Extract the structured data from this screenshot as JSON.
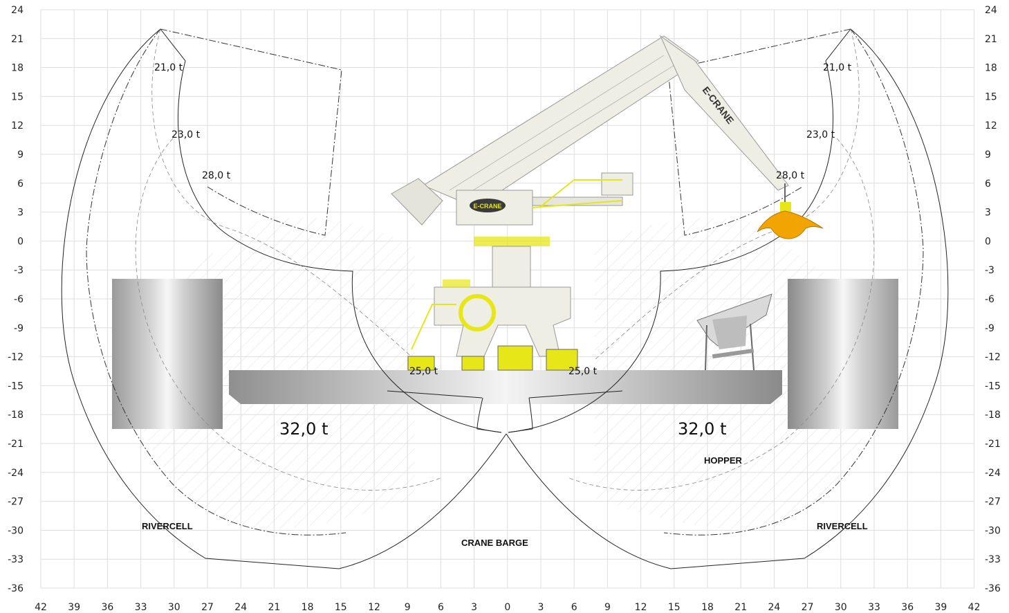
{
  "axes": {
    "x_ticks": [
      "42",
      "39",
      "36",
      "33",
      "30",
      "27",
      "24",
      "21",
      "18",
      "15",
      "12",
      "9",
      "6",
      "3",
      "0",
      "3",
      "6",
      "9",
      "12",
      "15",
      "18",
      "21",
      "24",
      "27",
      "30",
      "33",
      "36",
      "39",
      "42"
    ],
    "y_ticks_left": [
      "24",
      "21",
      "18",
      "15",
      "12",
      "9",
      "6",
      "3",
      "0",
      "-3",
      "-6",
      "-9",
      "-12",
      "-15",
      "-18",
      "-21",
      "-24",
      "-27",
      "-30",
      "-33",
      "-36"
    ],
    "y_ticks_right": [
      "24",
      "21",
      "18",
      "15",
      "12",
      "9",
      "6",
      "3",
      "0",
      "-3",
      "-6",
      "-9",
      "-12",
      "-15",
      "-18",
      "-21",
      "-24",
      "-27",
      "-30",
      "-33",
      "-36"
    ]
  },
  "capacity_labels": {
    "left": {
      "c21": "21,0 t",
      "c23": "23,0 t",
      "c28": "28,0 t",
      "c25": "25,0 t",
      "c32": "32,0 t"
    },
    "right": {
      "c21": "21,0 t",
      "c23": "23,0 t",
      "c28": "28,0 t",
      "c25": "25,0 t",
      "c32": "32,0 t"
    }
  },
  "labels": {
    "rivercell_left": "RIVERCELL",
    "rivercell_right": "RIVERCELL",
    "crane_barge": "CRANE BARGE",
    "hopper": "HOPPER",
    "boom_brand": "E-CRANE",
    "house_brand": "E-CRANE"
  },
  "colors": {
    "crane_body": "#eeeee4",
    "crane_accent": "#e6e619",
    "grab": "#f2a500",
    "grid": "#dddddd"
  }
}
